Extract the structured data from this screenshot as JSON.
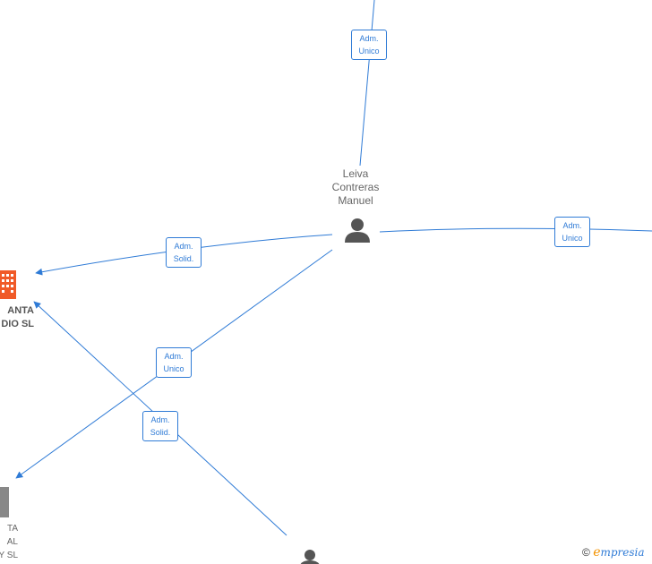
{
  "nodes": {
    "center_person": {
      "name_lines": [
        "Leiva",
        "Contreras",
        "Manuel"
      ],
      "icon": "person-icon"
    },
    "company_red": {
      "name_lines": [
        "ANTA",
        "DIO  SL"
      ],
      "icon": "building-icon",
      "color": "#f05a28"
    },
    "company_gray": {
      "name_lines": [
        "TA",
        "AL",
        "Y  SL"
      ],
      "icon": "building-icon",
      "color": "#888888"
    },
    "bottom_person": {
      "icon": "person-icon"
    }
  },
  "relations": [
    {
      "line1": "Adm.",
      "line2": "Unico"
    },
    {
      "line1": "Adm.",
      "line2": "Unico"
    },
    {
      "line1": "Adm.",
      "line2": "Solid."
    },
    {
      "line1": "Adm.",
      "line2": "Unico"
    },
    {
      "line1": "Adm.",
      "line2": "Solid."
    }
  ],
  "brand": {
    "copyright": "©",
    "e": "e",
    "rest": "mpresia"
  },
  "colors": {
    "edge": "#2f7bd6",
    "person": "#555555"
  }
}
